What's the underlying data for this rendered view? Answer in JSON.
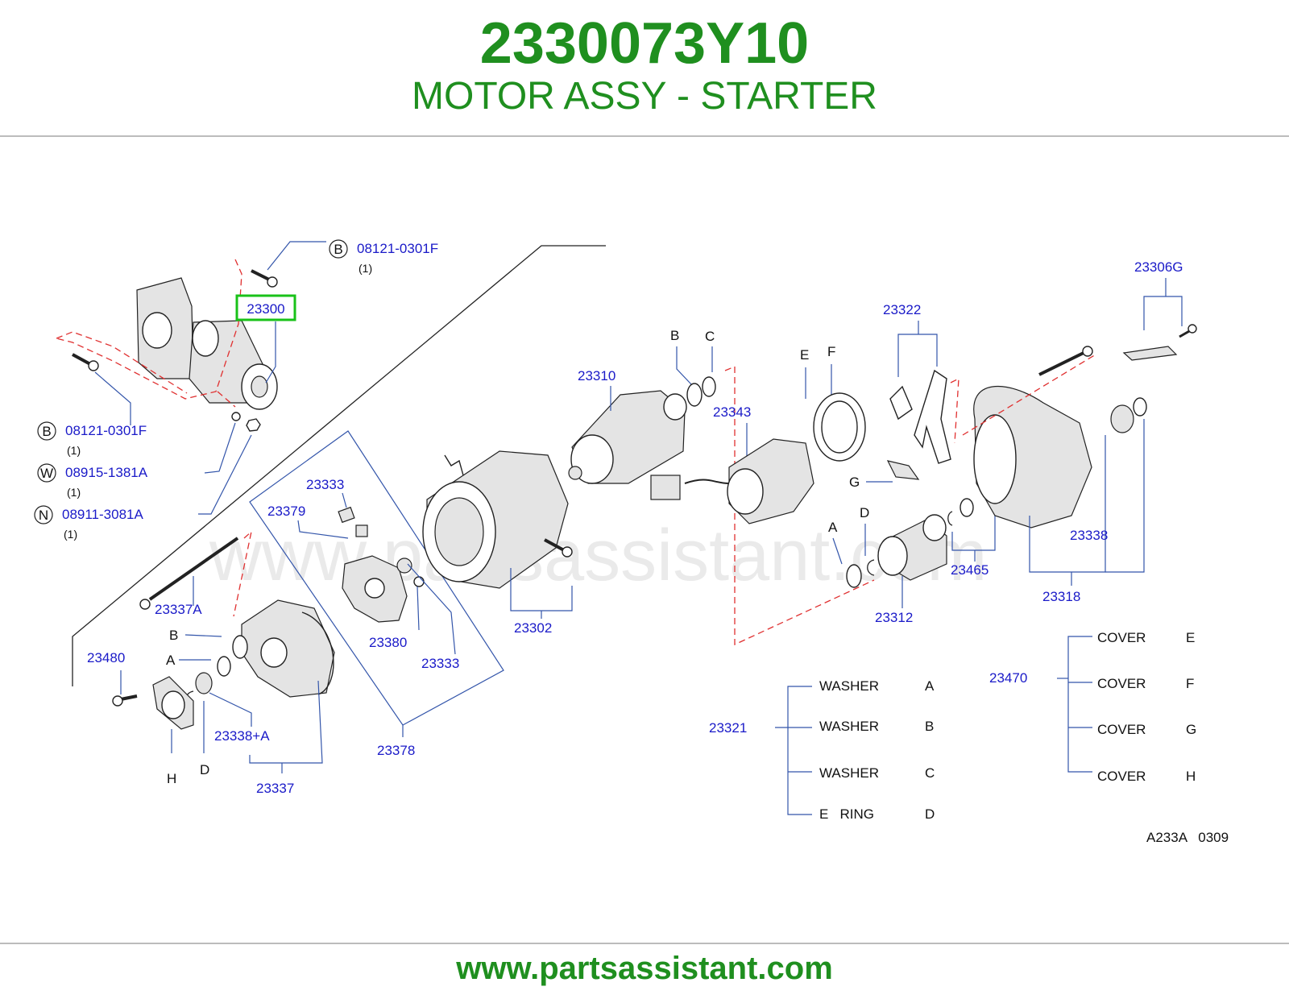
{
  "header": {
    "part_code": "2330073Y10",
    "part_name": "MOTOR ASSY - STARTER"
  },
  "footer": {
    "url": "www.partsassistant.com"
  },
  "watermark": "www.partsassistant.com",
  "highlight_color": "#19c219",
  "callouts": {
    "main": "23300",
    "bolt_b_top": {
      "letter": "B",
      "part": "08121-0301F",
      "qty": "(1)"
    },
    "bolt_b_left": {
      "letter": "B",
      "part": "08121-0301F",
      "qty": "(1)"
    },
    "washer_w": {
      "letter": "W",
      "part": "08915-1381A",
      "qty": "(1)"
    },
    "nut_n": {
      "letter": "N",
      "part": "08911-3081A",
      "qty": "(1)"
    },
    "p23333a": "23333",
    "p23379": "23379",
    "p23337a": "23337A",
    "p23480": "23480",
    "p23338a": "23338+A",
    "p23337": "23337",
    "p23380": "23380",
    "p23333b": "23333",
    "p23378": "23378",
    "p23302": "23302",
    "p23310": "23310",
    "p23343": "23343",
    "p23322": "23322",
    "p23306g": "23306G",
    "p23312": "23312",
    "p23465": "23465",
    "p23338": "23338",
    "p23318": "23318",
    "p23321": "23321",
    "p23470": "23470"
  },
  "letters": {
    "b1": "B",
    "a1": "A",
    "h1": "H",
    "d1": "D",
    "b2": "B",
    "c2": "C",
    "e2": "E",
    "f2": "F",
    "g2": "G",
    "a3": "A",
    "d3": "D"
  },
  "washer_table": [
    {
      "name": "WASHER",
      "letter": "A"
    },
    {
      "name": "WASHER",
      "letter": "B"
    },
    {
      "name": "WASHER",
      "letter": "C"
    },
    {
      "name": "E   RING",
      "letter": "D"
    }
  ],
  "cover_table": [
    {
      "name": "COVER",
      "letter": "E"
    },
    {
      "name": "COVER",
      "letter": "F"
    },
    {
      "name": "COVER",
      "letter": "G"
    },
    {
      "name": "COVER",
      "letter": "H"
    }
  ],
  "diagram_code": "A233A   0309"
}
